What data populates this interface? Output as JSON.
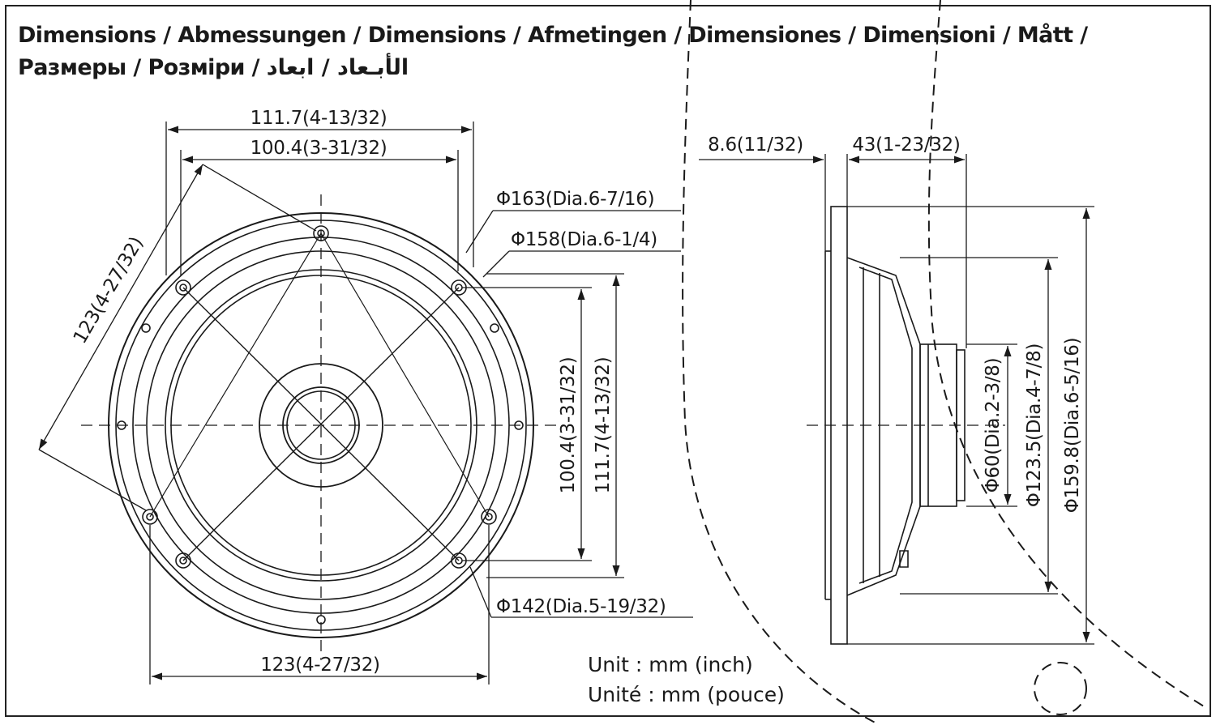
{
  "title": {
    "line1": "Dimensions / Abmessungen / Dimensions / Afmetingen / Dimensiones / Dimensioni / Mått /",
    "line2": "Размеры / Розміри / الأبـعاد / ابعاد"
  },
  "front_view": {
    "width_outer": "111.7(4-13/32)",
    "width_inner": "100.4(3-31/32)",
    "diag_mount": "123(4-27/32)",
    "dia_163": "Φ163(Dia.6-7/16)",
    "dia_158": "Φ158(Dia.6-1/4)",
    "height_inner": "100.4(3-31/32)",
    "height_outer": "111.7(4-13/32)",
    "dia_142": "Φ142(Dia.5-19/32)",
    "bottom_width": "123(4-27/32)"
  },
  "side_view": {
    "flange_depth": "8.6(11/32)",
    "mount_depth": "43(1-23/32)",
    "dia_magnet": "Φ60(Dia.2-3/8)",
    "dia_frame": "Φ123.5(Dia.4-7/8)",
    "dia_overall": "Φ159.8(Dia.6-5/16)"
  },
  "units": {
    "line1": "Unit : mm (inch)",
    "line2": "Unité : mm (pouce)"
  }
}
